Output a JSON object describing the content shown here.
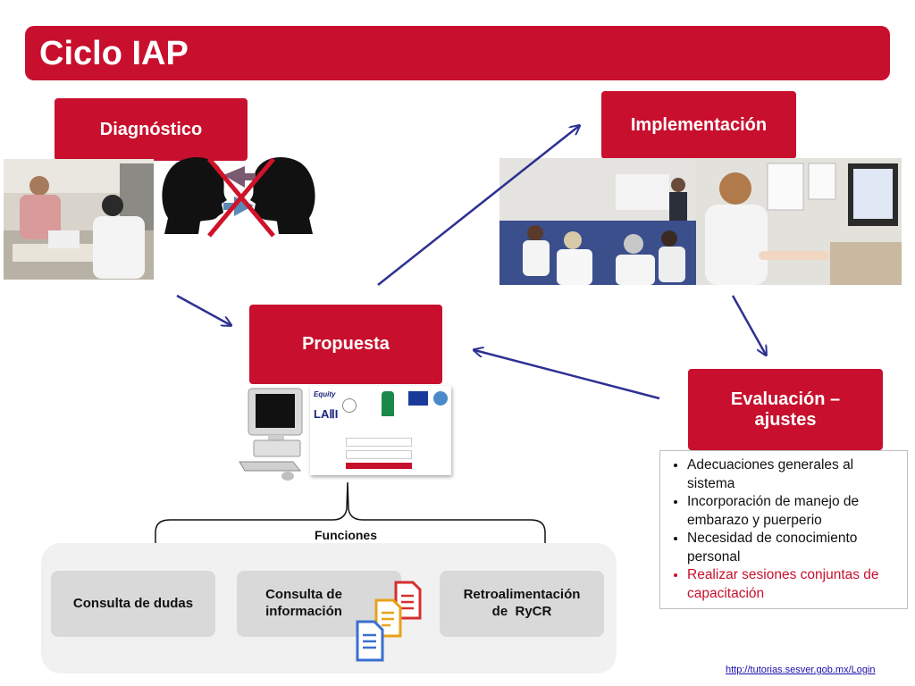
{
  "header": {
    "title": "Ciclo IAP"
  },
  "stages": {
    "diagnostico": "Diagnóstico",
    "implementacion": "Implementación",
    "propuesta": "Propuesta",
    "evaluacion_line1": "Evaluación –",
    "evaluacion_line2": "ajustes"
  },
  "logos": {
    "equity": "Equity",
    "lati": "LAⅡI"
  },
  "funciones": {
    "label": "Funciones",
    "items": [
      {
        "line1": "Consulta de dudas",
        "line2": ""
      },
      {
        "line1": "Consulta de",
        "line2": "información"
      },
      {
        "line1": "Retroalimentación",
        "line2": "de  RyCR"
      }
    ]
  },
  "notes": [
    "Adecuaciones generales al sistema",
    "Incorporación de manejo de embarazo y puerperio",
    "Necesidad de conocimiento personal",
    "Realizar sesiones conjuntas de capacitación"
  ],
  "footer": {
    "link": "http://tutorias.sesver.gob.mx/Login"
  },
  "colors": {
    "brand_red": "#c8102e",
    "arrow_blue": "#2e3192",
    "note_highlight": "#c8102e"
  },
  "icons": [
    "head-silhouette-icon",
    "cross-icon",
    "computer-icon",
    "document-icon"
  ]
}
